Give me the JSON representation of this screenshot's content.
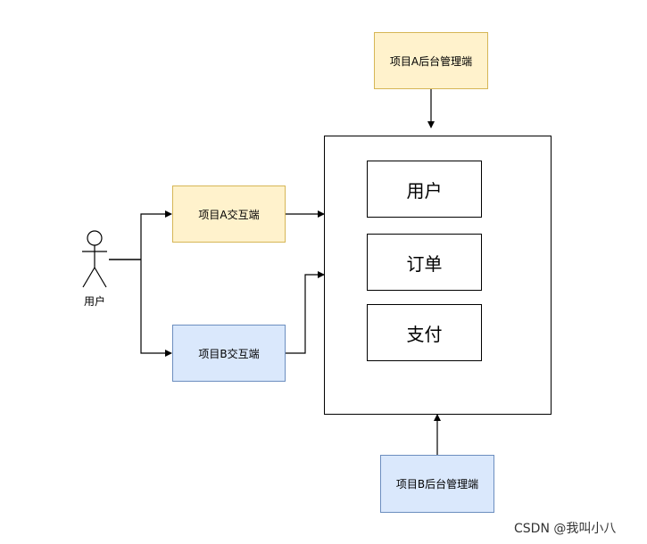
{
  "nodes": {
    "admin_a": "项目A后台管理端",
    "admin_b": "项目B后台管理端",
    "interact_a": "项目A交互端",
    "interact_b": "项目B交互端",
    "actor": "用户",
    "modules": [
      "用户",
      "订单",
      "支付"
    ]
  },
  "colors": {
    "yellow_fill": "#fff2cc",
    "yellow_stroke": "#d6b656",
    "blue_fill": "#dae8fc",
    "blue_stroke": "#6c8ebf"
  },
  "watermark": "CSDN @我叫小八"
}
